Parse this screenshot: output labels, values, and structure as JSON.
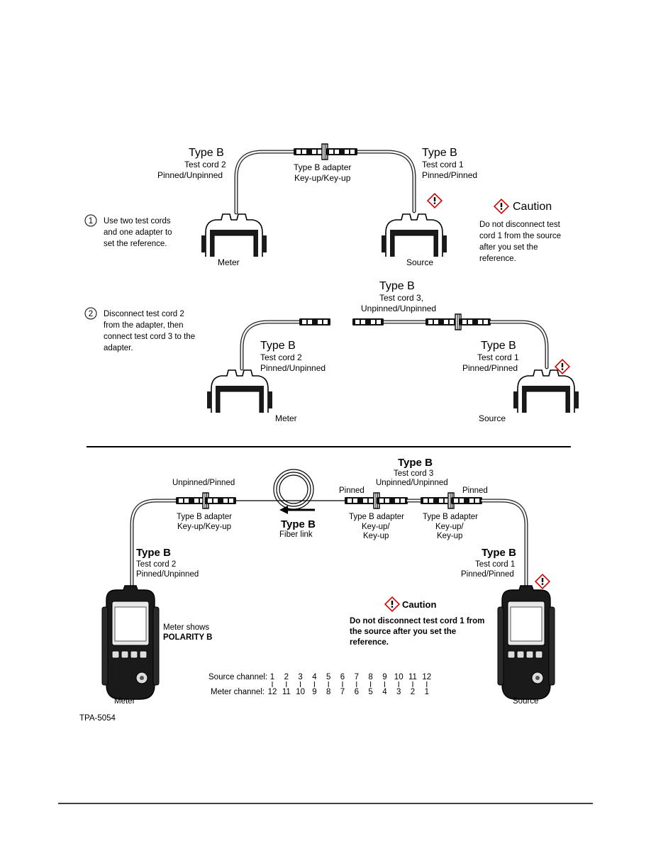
{
  "panel1": {
    "meter_cord": {
      "type": "Type B",
      "name": "Test cord 2",
      "pins": "Pinned/Unpinned"
    },
    "adapter": {
      "name": "Type B adapter",
      "keys": "Key-up/Key-up"
    },
    "source_cord": {
      "type": "Type B",
      "name": "Test cord 1",
      "pins": "Pinned/Pinned"
    },
    "caution": {
      "title": "Caution",
      "lines": [
        "Do not disconnect test",
        "cord 1 from the source",
        "after you set the",
        "reference."
      ]
    },
    "step": {
      "number": "1",
      "lines": [
        "Use two test cords",
        "and one adapter to",
        "set the reference."
      ]
    },
    "meter_label": "Meter",
    "source_label": "Source"
  },
  "panel2": {
    "step": {
      "number": "2",
      "lines": [
        "Disconnect test cord 2",
        "from the adapter, then",
        "connect test cord 3 to the",
        "adapter."
      ]
    },
    "cord3": {
      "type": "Type B",
      "name": "Test cord 3,",
      "pins": "Unpinned/Unpinned"
    },
    "meter_cord": {
      "type": "Type B",
      "name": "Test cord 2",
      "pins": "Pinned/Unpinned"
    },
    "source_cord": {
      "type": "Type B",
      "name": "Test cord 1",
      "pins": "Pinned/Pinned"
    },
    "meter_label": "Meter",
    "source_label": "Source"
  },
  "panel3": {
    "cord3": {
      "type": "Type B",
      "name": "Test cord 3",
      "pins": "Unpinned/Unpinned"
    },
    "unpinned_pinned": "Unpinned/Pinned",
    "pinned_left": "Pinned",
    "pinned_right": "Pinned",
    "adapter_left": {
      "name": "Type B adapter",
      "keys": "Key-up/Key-up"
    },
    "adapter_mid": {
      "name": "Type B adapter",
      "key1": "Key-up/",
      "key2": "Key-up"
    },
    "adapter_right": {
      "name": "Type B adapter",
      "key1": "Key-up/",
      "key2": "Key-up"
    },
    "fiber": {
      "type": "Type B",
      "name": "Fiber link"
    },
    "meter_cord": {
      "type": "Type B",
      "name": "Test cord 2",
      "pins": "Pinned/Unpinned"
    },
    "source_cord": {
      "type": "Type B",
      "name": "Test cord 1",
      "pins": "Pinned/Pinned"
    },
    "caution": {
      "title": "Caution",
      "lines": [
        "Do not disconnect test cord 1 from",
        "the source after you set the",
        "reference."
      ]
    },
    "meter_shows": {
      "line1": "Meter shows",
      "line2": "POLARITY B"
    },
    "source_channel_label": "Source channel:",
    "meter_channel_label": "Meter channel:",
    "source_channels": [
      "1",
      "2",
      "3",
      "4",
      "5",
      "6",
      "7",
      "8",
      "9",
      "10",
      "11",
      "12"
    ],
    "meter_channels": [
      "12",
      "11",
      "10",
      "9",
      "8",
      "7",
      "6",
      "5",
      "4",
      "3",
      "2",
      "1"
    ],
    "meter_label": "Meter",
    "source_label": "Source"
  },
  "figure_id": "TPA-5054",
  "colors": {
    "ink": "#000000",
    "device_body": "#1a1a1a",
    "caution_red": "#d40000"
  },
  "icons": [
    "caution-icon",
    "meter-device",
    "source-device",
    "fiber-spool",
    "arrow-left-icon"
  ]
}
